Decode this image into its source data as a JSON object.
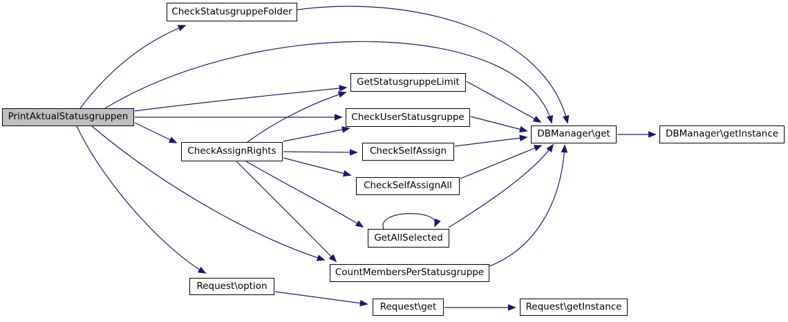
{
  "graph": {
    "kind": "call-graph",
    "root": "PrintAktualStatusgruppen",
    "colors": {
      "edge": "#191970",
      "node_fill": "#ffffff",
      "highlight_fill": "#bfbfbf",
      "border": "#000000",
      "background": "#ffffff",
      "text": "#000000"
    },
    "nodes": [
      {
        "id": "PrintAktualStatusgruppen",
        "label": "PrintAktualStatusgruppen",
        "highlighted": true
      },
      {
        "id": "CheckStatusgruppeFolder",
        "label": "CheckStatusgruppeFolder",
        "highlighted": false
      },
      {
        "id": "CheckAssignRights",
        "label": "CheckAssignRights",
        "highlighted": false
      },
      {
        "id": "GetStatusgruppeLimit",
        "label": "GetStatusgruppeLimit",
        "highlighted": false
      },
      {
        "id": "CheckUserStatusgruppe",
        "label": "CheckUserStatusgruppe",
        "highlighted": false
      },
      {
        "id": "CheckSelfAssign",
        "label": "CheckSelfAssign",
        "highlighted": false
      },
      {
        "id": "CheckSelfAssignAll",
        "label": "CheckSelfAssignAll",
        "highlighted": false
      },
      {
        "id": "GetAllSelected",
        "label": "GetAllSelected",
        "highlighted": false
      },
      {
        "id": "CountMembersPerStatusgruppe",
        "label": "CountMembersPerStatusgruppe",
        "highlighted": false
      },
      {
        "id": "RequestOption",
        "label": "Request\\option",
        "highlighted": false
      },
      {
        "id": "RequestGet",
        "label": "Request\\get",
        "highlighted": false
      },
      {
        "id": "DBManagerGet",
        "label": "DBManager\\get",
        "highlighted": false
      },
      {
        "id": "DBManagerGetInstance",
        "label": "DBManager\\getInstance",
        "highlighted": false
      },
      {
        "id": "RequestGetInstance",
        "label": "Request\\getInstance",
        "highlighted": false
      }
    ],
    "edges": [
      {
        "from": "PrintAktualStatusgruppen",
        "to": "CheckStatusgruppeFolder"
      },
      {
        "from": "PrintAktualStatusgruppen",
        "to": "DBManagerGet"
      },
      {
        "from": "PrintAktualStatusgruppen",
        "to": "GetStatusgruppeLimit"
      },
      {
        "from": "PrintAktualStatusgruppen",
        "to": "CheckUserStatusgruppe"
      },
      {
        "from": "PrintAktualStatusgruppen",
        "to": "CheckAssignRights"
      },
      {
        "from": "PrintAktualStatusgruppen",
        "to": "CountMembersPerStatusgruppe"
      },
      {
        "from": "PrintAktualStatusgruppen",
        "to": "RequestOption"
      },
      {
        "from": "CheckStatusgruppeFolder",
        "to": "DBManagerGet"
      },
      {
        "from": "CheckAssignRights",
        "to": "GetStatusgruppeLimit"
      },
      {
        "from": "CheckAssignRights",
        "to": "CheckUserStatusgruppe"
      },
      {
        "from": "CheckAssignRights",
        "to": "CheckSelfAssign"
      },
      {
        "from": "CheckAssignRights",
        "to": "CheckSelfAssignAll"
      },
      {
        "from": "CheckAssignRights",
        "to": "GetAllSelected"
      },
      {
        "from": "CheckAssignRights",
        "to": "CountMembersPerStatusgruppe"
      },
      {
        "from": "GetStatusgruppeLimit",
        "to": "DBManagerGet"
      },
      {
        "from": "CheckUserStatusgruppe",
        "to": "DBManagerGet"
      },
      {
        "from": "CheckSelfAssign",
        "to": "DBManagerGet"
      },
      {
        "from": "CheckSelfAssignAll",
        "to": "DBManagerGet"
      },
      {
        "from": "GetAllSelected",
        "to": "DBManagerGet"
      },
      {
        "from": "GetAllSelected",
        "to": "GetAllSelected"
      },
      {
        "from": "CountMembersPerStatusgruppe",
        "to": "DBManagerGet"
      },
      {
        "from": "DBManagerGet",
        "to": "DBManagerGetInstance"
      },
      {
        "from": "RequestOption",
        "to": "RequestGet"
      },
      {
        "from": "RequestGet",
        "to": "RequestGetInstance"
      }
    ]
  }
}
